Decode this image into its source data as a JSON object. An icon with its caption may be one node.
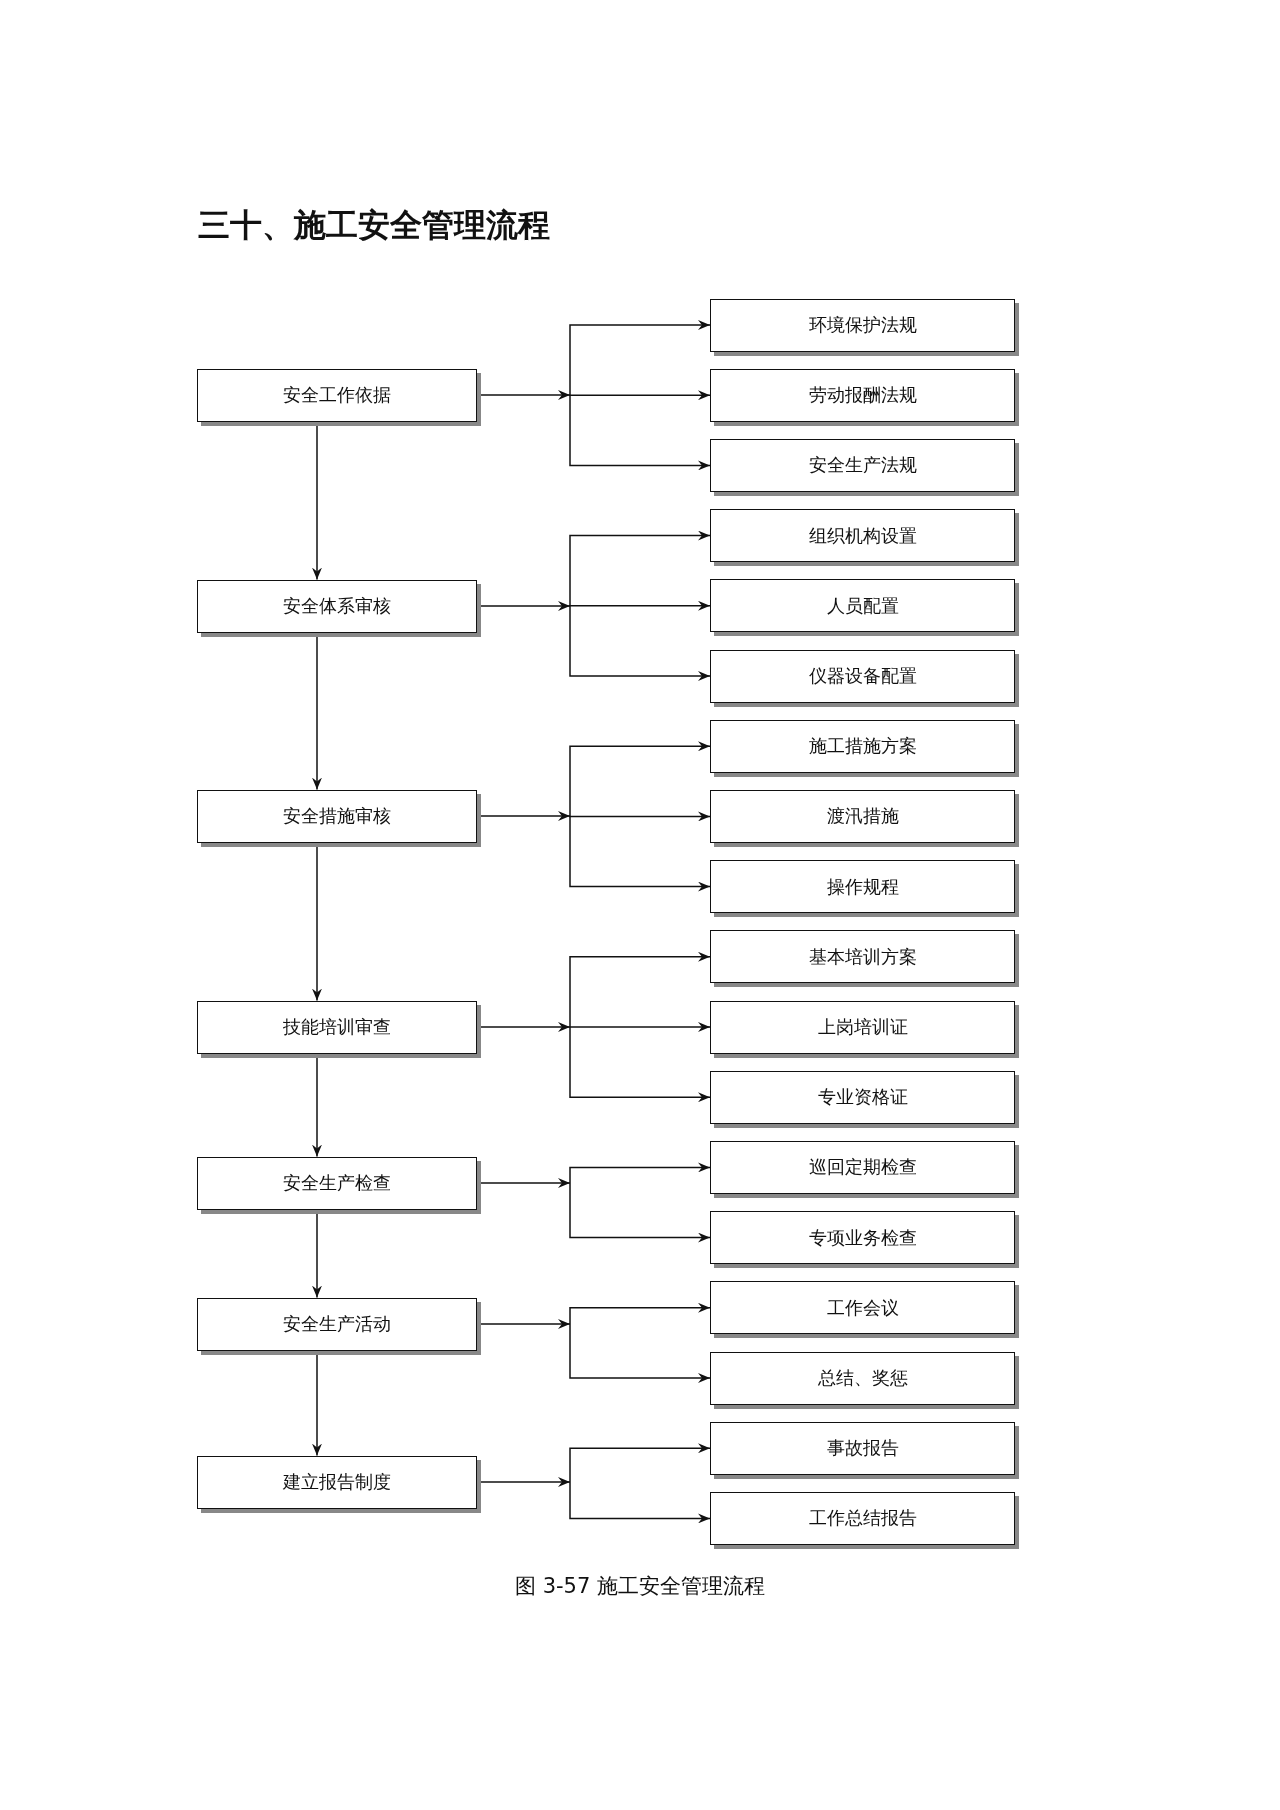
{
  "diagram": {
    "title": "三十、施工安全管理流程",
    "caption": "图 3-57  施工安全管理流程",
    "nodes": [
      {
        "text": [
          "安全工作依据"
        ]
      },
      {
        "text": [
          "环境保护法规"
        ]
      },
      {
        "text": [
          "劳动报酬法规"
        ]
      },
      {
        "text": [
          "安全生产法规"
        ]
      },
      {
        "text": [
          "安全体系审核"
        ]
      },
      {
        "text": [
          "组织机构设置"
        ]
      },
      {
        "text": [
          "人员配置"
        ]
      },
      {
        "text": [
          "仪器设备配置"
        ]
      },
      {
        "text": [
          "安全措施审核"
        ]
      },
      {
        "text": [
          "施工措施方案"
        ]
      },
      {
        "text": [
          "渡汛措施"
        ]
      },
      {
        "text": [
          "操作规程"
        ]
      },
      {
        "text": [
          "技能培训审查"
        ]
      },
      {
        "text": [
          "基本培训方案"
        ]
      },
      {
        "text": [
          "上岗培训证"
        ]
      },
      {
        "text": [
          "专业资格证"
        ]
      },
      {
        "text": [
          "安全生产检查"
        ]
      },
      {
        "text": [
          "巡回定期检查"
        ]
      },
      {
        "text": [
          "专项业务检查"
        ]
      },
      {
        "text": [
          "安全生产活动"
        ]
      },
      {
        "text": [
          "工作会议"
        ]
      },
      {
        "text": [
          "总结、奖惩"
        ]
      },
      {
        "text": [
          "建立报告制度"
        ]
      },
      {
        "text": [
          "事故报告"
        ]
      },
      {
        "text": [
          "工作总结报告"
        ]
      }
    ],
    "edges": [
      {
        "from": 0,
        "to": 1,
        "arrow": "to"
      },
      {
        "from": 0,
        "to": 2,
        "arrow": "to"
      },
      {
        "from": 0,
        "to": 3,
        "arrow": "to"
      },
      {
        "from": 0,
        "to": 4,
        "arrow": "to"
      },
      {
        "from": 4,
        "to": 5,
        "arrow": "to"
      },
      {
        "from": 4,
        "to": 6,
        "arrow": "to"
      },
      {
        "from": 4,
        "to": 7,
        "arrow": "to"
      },
      {
        "from": 4,
        "to": 8,
        "arrow": "to"
      },
      {
        "from": 8,
        "to": 9,
        "arrow": "to"
      },
      {
        "from": 8,
        "to": 10,
        "arrow": "to"
      },
      {
        "from": 8,
        "to": 11,
        "arrow": "to"
      },
      {
        "from": 8,
        "to": 12,
        "arrow": "to"
      },
      {
        "from": 12,
        "to": 13,
        "arrow": "to"
      },
      {
        "from": 12,
        "to": 14,
        "arrow": "to"
      },
      {
        "from": 12,
        "to": 15,
        "arrow": "to"
      },
      {
        "from": 12,
        "to": 16,
        "arrow": "to"
      },
      {
        "from": 16,
        "to": 17,
        "arrow": "to"
      },
      {
        "from": 16,
        "to": 18,
        "arrow": "to"
      },
      {
        "from": 16,
        "to": 19,
        "arrow": "to"
      },
      {
        "from": 19,
        "to": 20,
        "arrow": "to"
      },
      {
        "from": 19,
        "to": 21,
        "arrow": "to"
      },
      {
        "from": 19,
        "to": 22,
        "arrow": "to"
      },
      {
        "from": 22,
        "to": 23,
        "arrow": "to"
      },
      {
        "from": 22,
        "to": 24,
        "arrow": "to"
      }
    ]
  }
}
